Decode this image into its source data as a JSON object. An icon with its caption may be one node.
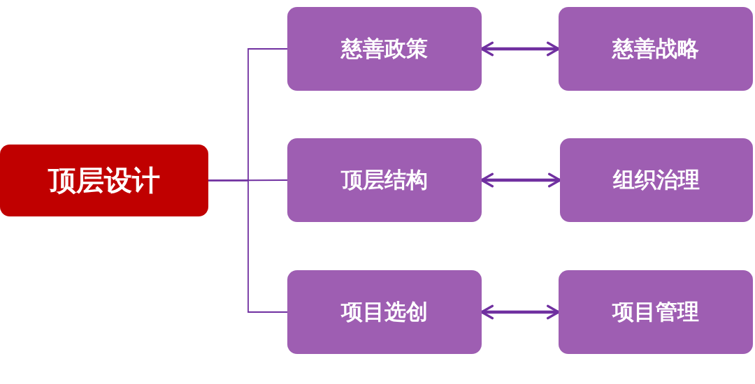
{
  "diagram": {
    "nodes": [
      {
        "text": [
          "顶层设计"
        ]
      },
      {
        "text": [
          "慈善政策"
        ]
      },
      {
        "text": [
          "慈善战略"
        ]
      },
      {
        "text": [
          "顶层结构"
        ]
      },
      {
        "text": [
          "组织治理"
        ]
      },
      {
        "text": [
          "项目选创"
        ]
      },
      {
        "text": [
          "项目管理"
        ]
      }
    ],
    "edges": [
      {
        "from": 0,
        "to": 1,
        "arrow": "none"
      },
      {
        "from": 0,
        "to": 3,
        "arrow": "none"
      },
      {
        "from": 0,
        "to": 5,
        "arrow": "none"
      },
      {
        "from": 1,
        "to": 2,
        "arrow": "both",
        "style": "thick"
      },
      {
        "from": 3,
        "to": 4,
        "arrow": "both",
        "style": "thick"
      },
      {
        "from": 5,
        "to": 6,
        "arrow": "both",
        "style": "thick"
      }
    ]
  }
}
